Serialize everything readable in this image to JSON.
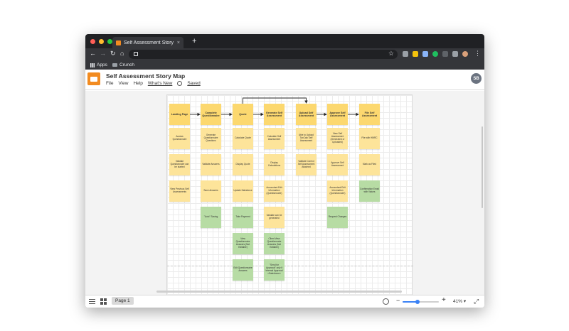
{
  "browser": {
    "tab_title": "Self Assessment Story Map: Lu...",
    "tab_close": "×",
    "new_tab": "+",
    "nav": {
      "back": "←",
      "forward": "→",
      "reload": "↻",
      "home": "⌂"
    },
    "star": "☆",
    "bookmarks": [
      "Apps",
      "Crunch"
    ],
    "window_dots": [
      "#ff5f57",
      "#febc2e",
      "#28c840"
    ]
  },
  "app": {
    "title": "Self Assessment Story Map",
    "menu": [
      "File",
      "View",
      "Help"
    ],
    "whats_new": "What's New",
    "saved": "Saved",
    "avatar": "SB",
    "accent": "#f28b20"
  },
  "board": {
    "columns": [
      {
        "header": "Landing Page",
        "cards": [
          {
            "text": "Access Questionnaire",
            "color": "yellow"
          },
          {
            "text": "Validate Questionnaire can be started",
            "color": "yellow"
          },
          {
            "text": "View Previous Self Assessments",
            "color": "yellow"
          }
        ]
      },
      {
        "header": "Complete Questionnaire",
        "cards": [
          {
            "text": "Generate Questionnaire Questions",
            "color": "yellow"
          },
          {
            "text": "Validate Answers",
            "color": "yellow"
          },
          {
            "text": "Save Answers",
            "color": "yellow"
          },
          {
            "text": "\"Auto\" Saving",
            "color": "green"
          }
        ]
      },
      {
        "header": "Quote",
        "cards": [
          {
            "text": "Calculate Quote",
            "color": "yellow"
          },
          {
            "text": "Display Quote",
            "color": "yellow"
          },
          {
            "text": "Update Salesforce",
            "color": "yellow"
          },
          {
            "text": "Take Payment",
            "color": "green"
          },
          {
            "text": "View Questionnaire Answers (Not Editable)",
            "color": "green"
          },
          {
            "text": "Edit Questionnaire Answers",
            "color": "green"
          }
        ]
      },
      {
        "header": "Generate Self Assessment",
        "cards": [
          {
            "text": "Calculate Self Assessment",
            "color": "yellow"
          },
          {
            "text": "Display Calculations",
            "color": "yellow"
          },
          {
            "text": "Accountant Edit Information (Questionnaire)",
            "color": "yellow"
          },
          {
            "text": "Validate can be generated",
            "color": "yellow"
          },
          {
            "text": "Client View Questionnaire Answers (Not Editable)",
            "color": "green"
          },
          {
            "text": "\"Send for Approval\" only if Internal Approval <Salesforce>",
            "color": "green"
          }
        ]
      },
      {
        "header": "Upload Self Assessment",
        "cards": [
          {
            "text": "Able to Upload TaxCalc Self Assessment",
            "color": "yellow"
          },
          {
            "text": "Validate Correct Self Assessment Attached",
            "color": "yellow"
          }
        ]
      },
      {
        "header": "Approve Self Assessment",
        "cards": [
          {
            "text": "View Self Assessment (Generated or Uploaded)",
            "color": "yellow"
          },
          {
            "text": "Approve Self Assessment",
            "color": "yellow"
          },
          {
            "text": "Accountant Edit Information (Questionnaire)",
            "color": "yellow"
          },
          {
            "text": "Request Changes",
            "color": "green"
          }
        ]
      },
      {
        "header": "File Self Assessment",
        "cards": [
          {
            "text": "File with HMRC",
            "color": "yellow"
          },
          {
            "text": "Mark as Filed",
            "color": "yellow"
          },
          {
            "text": "Confirmation Email with Values",
            "color": "green"
          }
        ]
      }
    ],
    "colors": {
      "header": "#fcd86f",
      "yellow": "#fde49a",
      "green": "#b7dca4"
    }
  },
  "footer": {
    "page_tab": "Page 1",
    "zoom_minus": "−",
    "zoom_plus": "+",
    "zoom_level": "41% ▾",
    "zoom_fraction": 0.41,
    "fullscreen": "⤢"
  }
}
